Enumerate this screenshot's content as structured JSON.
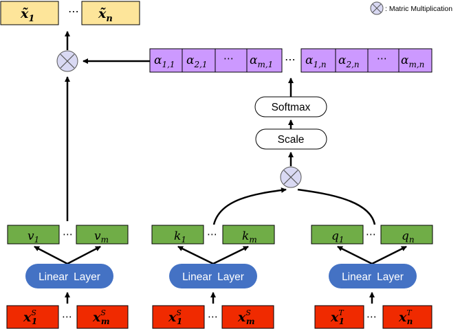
{
  "legend": {
    "text": ": Matric Multiplication",
    "icon": "multiply-circle-icon"
  },
  "outputs": {
    "first": "x̃",
    "first_sub": "1",
    "last": "x̃",
    "last_sub": "n",
    "ellipsis": "⋯"
  },
  "attention": {
    "cells": [
      {
        "base": "α",
        "sub": "1,1"
      },
      {
        "base": "α",
        "sub": "2,1"
      },
      {
        "base": "⋯",
        "sub": ""
      },
      {
        "base": "α",
        "sub": "m,1"
      },
      {
        "base": "α",
        "sub": "1,n"
      },
      {
        "base": "α",
        "sub": "2,n"
      },
      {
        "base": "⋯",
        "sub": ""
      },
      {
        "base": "α",
        "sub": "m,n"
      }
    ],
    "ellipsis": "⋯"
  },
  "ops": {
    "softmax": "Softmax",
    "scale": "Scale"
  },
  "values": {
    "first": "v",
    "first_sub": "1",
    "last": "v",
    "last_sub": "m",
    "ellipsis": "⋯"
  },
  "keys": {
    "first": "k",
    "first_sub": "1",
    "last": "k",
    "last_sub": "m",
    "ellipsis": "⋯"
  },
  "queries": {
    "first": "q",
    "first_sub": "1",
    "last": "q",
    "last_sub": "n",
    "ellipsis": "⋯"
  },
  "linear_layer": {
    "word1": "Linear",
    "word2": "Layer"
  },
  "source_inputs": {
    "base": "x",
    "first_sub": "1",
    "last_sub": "m",
    "sup": "S",
    "ellipsis": "⋯"
  },
  "target_inputs": {
    "base": "x",
    "first_sub": "1",
    "last_sub": "n",
    "sup": "T",
    "ellipsis": "⋯"
  },
  "colors": {
    "output_fill": "#fde59a",
    "attention_fill": "#cc99ff",
    "vector_fill": "#70ad47",
    "input_fill": "#f02a00",
    "linear_fill": "#4472c4",
    "op_circle_fill": "#d9d9f3"
  }
}
